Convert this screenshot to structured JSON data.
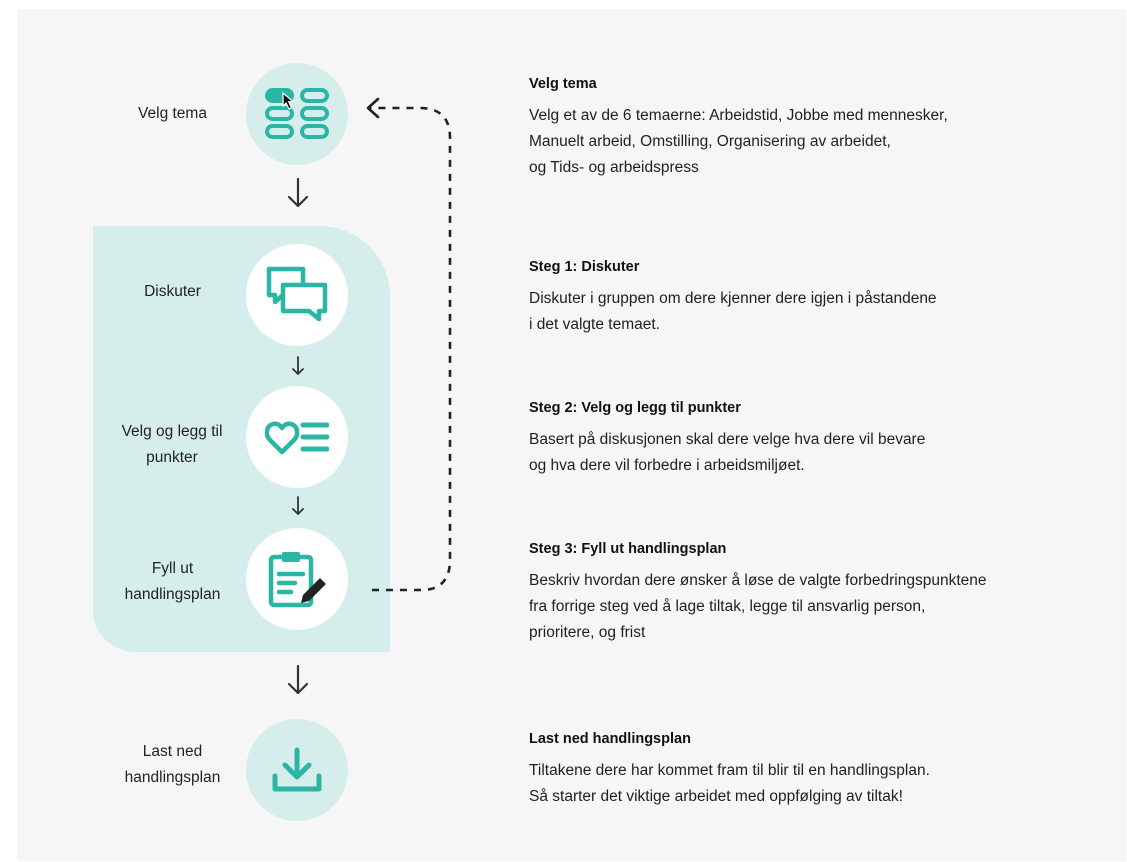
{
  "colors": {
    "accent": "#2bb5a4",
    "tint": "#d5eeeb",
    "background": "#f6f6f6",
    "arrow": "#333333"
  },
  "flow": {
    "velg_tema": {
      "label": "Velg tema",
      "icon": "theme-grid-cursor-icon"
    },
    "diskuter": {
      "label": "Diskuter",
      "icon": "chat-bubbles-icon"
    },
    "velg_punkter": {
      "label": "Velg og legg til\npunkter",
      "icon": "heart-list-icon"
    },
    "fyll_ut": {
      "label": "Fyll ut\nhandlingsplan",
      "icon": "clipboard-pen-icon"
    },
    "last_ned": {
      "label": "Last ned\nhandlingsplan",
      "icon": "download-icon"
    }
  },
  "descriptions": [
    {
      "title": "Velg tema",
      "body": "Velg et av de 6 temaerne: Arbeidstid, Jobbe med mennesker,\nManuelt arbeid, Omstilling, Organisering av arbeidet,\nog Tids- og arbeidspress"
    },
    {
      "title": "Steg 1: Diskuter",
      "body": "Diskuter i gruppen om dere kjenner dere igjen i påstandene\ni det valgte temaet."
    },
    {
      "title": "Steg 2: Velg og legg til punkter",
      "body": "Basert på diskusjonen skal dere velge hva dere vil bevare\nog hva dere vil forbedre i arbeidsmiljøet."
    },
    {
      "title": "Steg 3: Fyll ut handlingsplan",
      "body": "Beskriv hvordan dere ønsker å løse de valgte forbedringspunktene\nfra forrige steg ved å lage tiltak, legge til ansvarlig person,\nprioritere, og frist"
    },
    {
      "title": "Last ned handlingsplan",
      "body": "Tiltakene dere har kommet fram til blir til en handlingsplan.\nSå starter det viktige arbeidet med oppfølging av tiltak!"
    }
  ]
}
